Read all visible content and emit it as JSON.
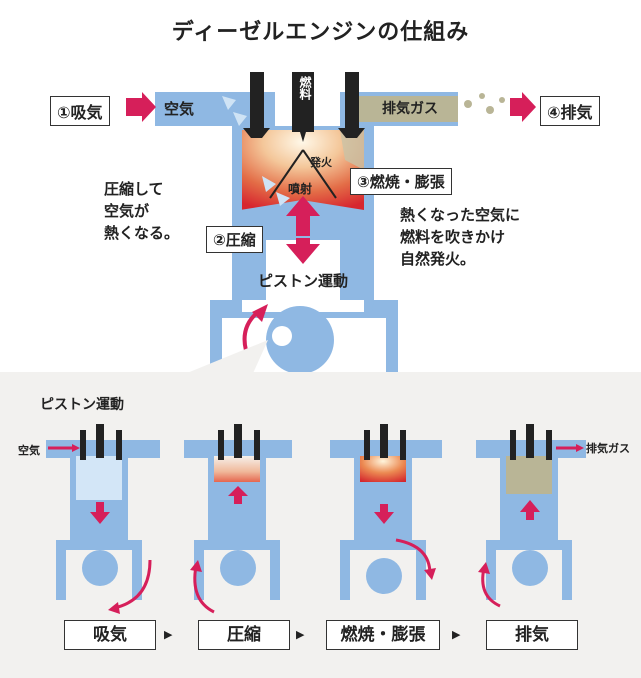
{
  "title": "ディーゼルエンジンの仕組み",
  "steps": {
    "intake": "①吸気",
    "compression": "②圧縮",
    "combustion": "③燃焼・膨張",
    "exhaust": "④排気"
  },
  "labels": {
    "air": "空気",
    "exhaust_gas": "排気ガス",
    "fuel": "燃料",
    "ignition": "発火",
    "injection": "噴射",
    "piston_motion": "ピストン運動"
  },
  "notes": {
    "compression_note": [
      "圧縮して",
      "空気が",
      "熱くなる。"
    ],
    "combustion_note": [
      "熱くなった空気に",
      "燃料を吹きかけ",
      "自然発火。"
    ]
  },
  "lower": {
    "title": "ピストン運動",
    "air": "空気",
    "exhaust_gas": "排気ガス",
    "phases": [
      "吸気",
      "圧縮",
      "燃焼・膨張",
      "排気"
    ],
    "arrow_glyph": "▶"
  },
  "colors": {
    "engine_blue": "#8fb8e3",
    "accent_red": "#d61f5a",
    "exhaust_khaki": "#b9b596",
    "panel_bg": "#f2f1ef"
  }
}
